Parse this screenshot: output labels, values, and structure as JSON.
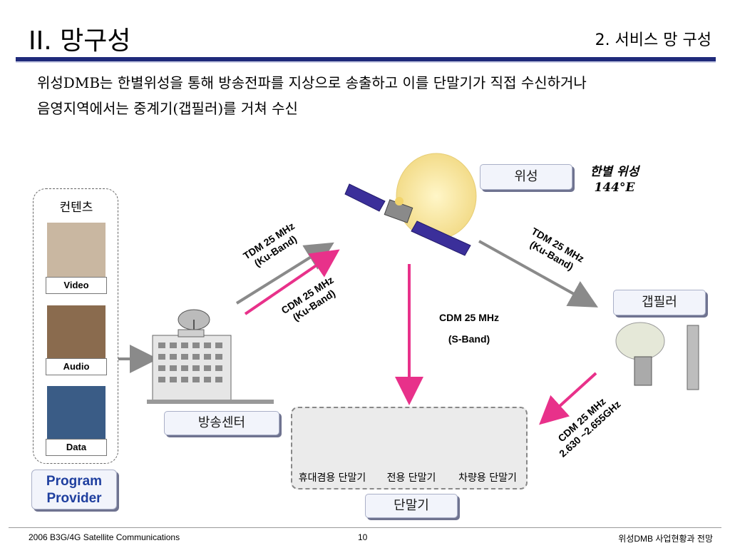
{
  "header": {
    "title": "II. 망구성",
    "subtitle": "2. 서비스 망 구성",
    "description_line1": "위성DMB는 한별위성을 통해 방송전파를 지상으로 송출하고 이를 단말기가 직접 수신하거나",
    "description_line2": "음영지역에서는 중계기(갭필러)를 거쳐 수신"
  },
  "contents": {
    "title": "컨텐츠",
    "items": [
      "Video",
      "Audio",
      "Data"
    ]
  },
  "program_provider": {
    "line1": "Program",
    "line2": "Provider"
  },
  "broadcast_center": {
    "label": "방송센터"
  },
  "satellite": {
    "label": "위성",
    "name_line1": "한별 위성",
    "name_line2": "144°E"
  },
  "gap_filler": {
    "label": "갭필러"
  },
  "terminals": {
    "label": "단말기",
    "items": [
      "휴대겸용 단말기",
      "전용 단말기",
      "차량용 단말기"
    ]
  },
  "links": {
    "uplink_tdm": {
      "line1": "TDM 25 MHz",
      "line2": "(Ku-Band)"
    },
    "uplink_cdm": {
      "line1": "CDM 25 MHz",
      "line2": "(Ku-Band)"
    },
    "sat_to_gap": {
      "line1": "TDM 25 MHz",
      "line2": "(Ku-Band)"
    },
    "sat_to_terminal": {
      "line1": "CDM 25 MHz",
      "line2": "(S-Band)"
    },
    "gap_to_terminal": {
      "line1": "CDM 25 MHz",
      "line2": "2.630 ~2.655GHz"
    }
  },
  "colors": {
    "tdm_arrow": "#8a8a8a",
    "cdm_arrow": "#e8318a",
    "accent": "#1f2a7a"
  },
  "footer": {
    "left": "2006 B3G/4G Satellite Communications",
    "center": "10",
    "right": "위성DMB 사업현황과 전망"
  }
}
